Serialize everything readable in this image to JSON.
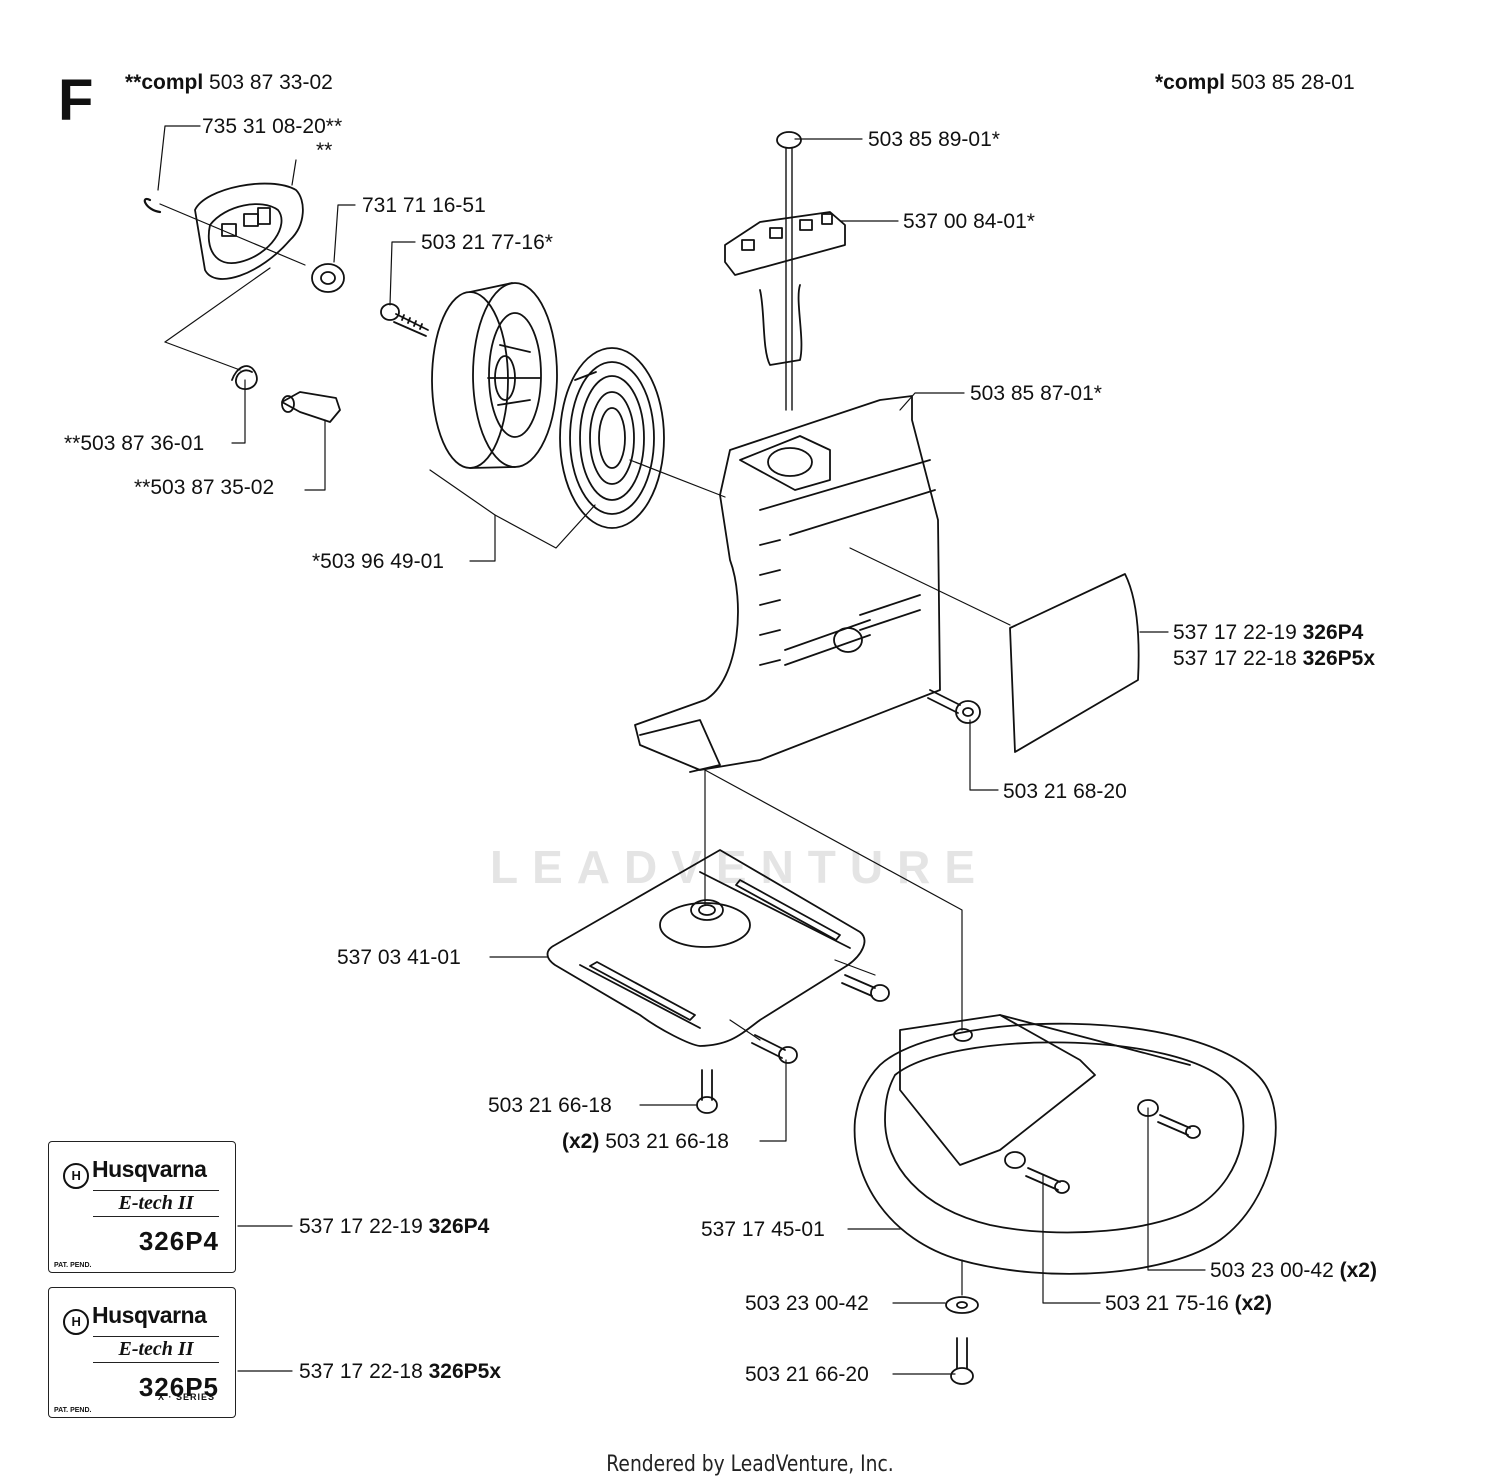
{
  "section_letter": "F",
  "header_left": {
    "prefix": "**compl",
    "number": "503 87 33-02"
  },
  "header_right": {
    "prefix": "*compl",
    "number": "503 85 28-01"
  },
  "labels": {
    "p1": "735 31 08-20**",
    "p2": "**",
    "p3": "731 71 16-51",
    "p4": "503 21 77-16*",
    "p5": "503 85 89-01*",
    "p6": "537 00 84-01*",
    "p7": "503 85 87-01*",
    "p8": "**503 87 36-01",
    "p9": "**503 87 35-02",
    "p10": "*503 96 49-01",
    "p11a_num": "537 17 22-19",
    "p11a_model": "326P4",
    "p11b_num": "537 17 22-18",
    "p11b_model": "326P5x",
    "p12": "503 21 68-20",
    "p13": "537 03 41-01",
    "p14": "503 21 66-18",
    "p15_qty": "(x2)",
    "p15_num": "503 21 66-18",
    "p16": "537 17 45-01",
    "p17_num": "503 23 00-42",
    "p17_qty": "(x2)",
    "p18": "503 23 00-42",
    "p19_num": "503 21 75-16",
    "p19_qty": "(x2)",
    "p20": "503 21 66-20",
    "decal1_num": "537 17 22-19",
    "decal1_model_lbl": "326P4",
    "decal2_num": "537 17 22-18",
    "decal2_model_lbl": "326P5x"
  },
  "decals": [
    {
      "brand": "Husqvarna",
      "etech": "E-tech II",
      "model": "326P4",
      "pat": "PAT. PEND."
    },
    {
      "brand": "Husqvarna",
      "etech": "E-tech II",
      "model": "326P5",
      "series": "X · SERIES",
      "pat": "PAT. PEND."
    }
  ],
  "watermark": "LEADVENTURE",
  "footer": "Rendered by LeadVenture, Inc."
}
